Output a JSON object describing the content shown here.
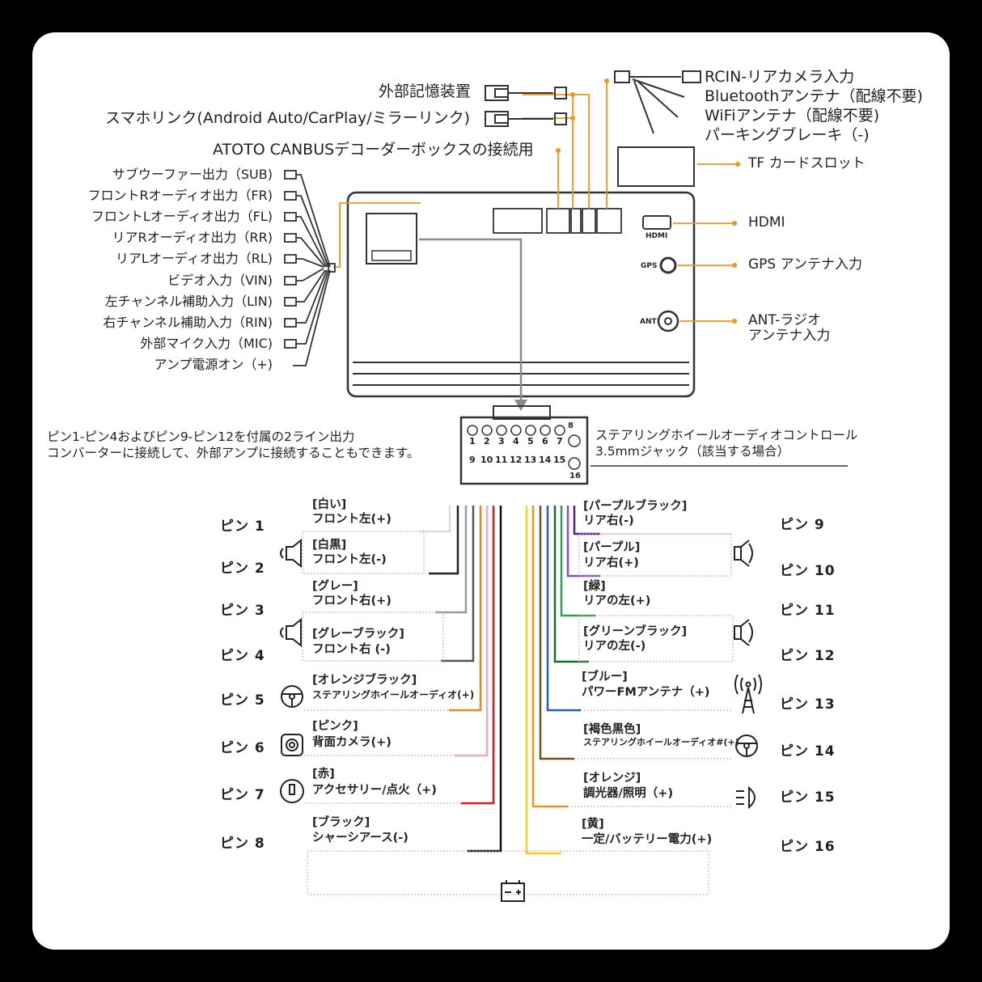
{
  "top_labels": {
    "storage": "外部記憶装置",
    "smartlink": "スマホリンク(Android Auto/CarPlay/ミラーリンク)",
    "canbus": "ATOTO CANBUSデコーダーボックスの接続用",
    "rcin": "RCIN-リアカメラ入力",
    "bluetooth": "Bluetoothアンテナ（配線不要)",
    "wifi": "WiFiアンテナ（配線不要)",
    "parking": "パーキングブレーキ（-)",
    "tf": "TF カードスロット",
    "hdmi": "HDMI",
    "gps": "GPS アンテナ入力",
    "ant1": "ANT-ラジオ",
    "ant2": "アンテナ入力"
  },
  "device_labels": {
    "hdmi": "HDMI",
    "gps": "GPS",
    "ant": "ANT"
  },
  "audio_outputs": [
    "サブウーファー出力（SUB)",
    "フロントRオーディオ出力（FR)",
    "フロントLオーディオ出力（FL)",
    "リアRオーディオ出力（RR)",
    "リアLオーディオ出力（RL)",
    "ビデオ入力（VIN)",
    "左チャンネル補助入力（LIN)",
    "右チャンネル補助入力（RIN)",
    "外部マイク入力（MIC)",
    "アンプ電源オン（+)"
  ],
  "note": {
    "line1": "ピン1-ピン4およびピン9-ピン12を付属の2ライン出力",
    "line2": "コンバーターに接続して、外部アンプに接続することもできます。"
  },
  "steering_note": {
    "line1": "ステアリングホイールオーディオコントロール",
    "line2": "3.5mmジャック（該当する場合）"
  },
  "connector": {
    "top_pins": [
      "1",
      "2",
      "3",
      "4",
      "5",
      "6",
      "7",
      "8"
    ],
    "bottom_pins": [
      "9",
      "10",
      "11",
      "12",
      "13",
      "14",
      "15",
      "16"
    ]
  },
  "pins_left": [
    {
      "pin": "ピン 1",
      "color_label": "[白い]",
      "function": "フロント左(+)",
      "wire_color": "#dcdcdc",
      "icon": "speaker-icon"
    },
    {
      "pin": "ピン 2",
      "color_label": "[白黒]",
      "function": "フロント左(-)",
      "wire_color": "#222222",
      "icon": "speaker-icon"
    },
    {
      "pin": "ピン 3",
      "color_label": "[グレー]",
      "function": "フロント右(+)",
      "wire_color": "#9a9a9a",
      "icon": "speaker-icon"
    },
    {
      "pin": "ピン 4",
      "color_label": "[グレーブラック]",
      "function": "フロント右 (-)",
      "wire_color": "#555555",
      "icon": "speaker-icon"
    },
    {
      "pin": "ピン 5",
      "color_label": "[オレンジブラック]",
      "function": "ステアリングホイールオーディオ(+)",
      "wire_color": "#e8891c",
      "icon": "steering-wheel-icon"
    },
    {
      "pin": "ピン 6",
      "color_label": "[ピンク]",
      "function": "背面カメラ(+)",
      "wire_color": "#f2a9c0",
      "icon": "camera-icon"
    },
    {
      "pin": "ピン 7",
      "color_label": "[赤]",
      "function": "アクセサリー/点火（+)",
      "wire_color": "#d62020",
      "icon": "ignition-icon"
    },
    {
      "pin": "ピン 8",
      "color_label": "[ブラック]",
      "function": "シャーシアース(-)",
      "wire_color": "#111111",
      "icon": "battery-icon"
    }
  ],
  "pins_right": [
    {
      "pin": "ピン 9",
      "color_label": "[パープルブラック]",
      "function": "リア右(-)",
      "wire_color": "#5a1a8a",
      "icon": "speaker-icon"
    },
    {
      "pin": "ピン 10",
      "color_label": "[パープル]",
      "function": "リア右(+)",
      "wire_color": "#8a4fd0",
      "icon": "speaker-icon"
    },
    {
      "pin": "ピン 11",
      "color_label": "[緑]",
      "function": "リアの左(+)",
      "wire_color": "#2aa04a",
      "icon": "speaker-icon"
    },
    {
      "pin": "ピン 12",
      "color_label": "[グリーンブラック]",
      "function": "リアの左(-)",
      "wire_color": "#1d6a30",
      "icon": "speaker-icon"
    },
    {
      "pin": "ピン 13",
      "color_label": "[ブルー]",
      "function": "パワーFMアンテナ（+)",
      "wire_color": "#1f5fcf",
      "icon": "antenna-icon"
    },
    {
      "pin": "ピン 14",
      "color_label": "[褐色黒色]",
      "function": "ステアリングホイールオーディオ#(+)",
      "wire_color": "#7a4a1e",
      "icon": "steering-wheel-icon"
    },
    {
      "pin": "ピン 15",
      "color_label": "[オレンジ]",
      "function": "調光器/照明（+)",
      "wire_color": "#f09020",
      "icon": "headlight-icon"
    },
    {
      "pin": "ピン 16",
      "color_label": "[黄]",
      "function": "一定/バッテリー電力(+)",
      "wire_color": "#f2d21a",
      "icon": "battery-icon"
    }
  ],
  "colors": {
    "accent_orange": "#f0951e",
    "line_gray": "#888888",
    "background": "#000000",
    "card": "#ffffff"
  }
}
